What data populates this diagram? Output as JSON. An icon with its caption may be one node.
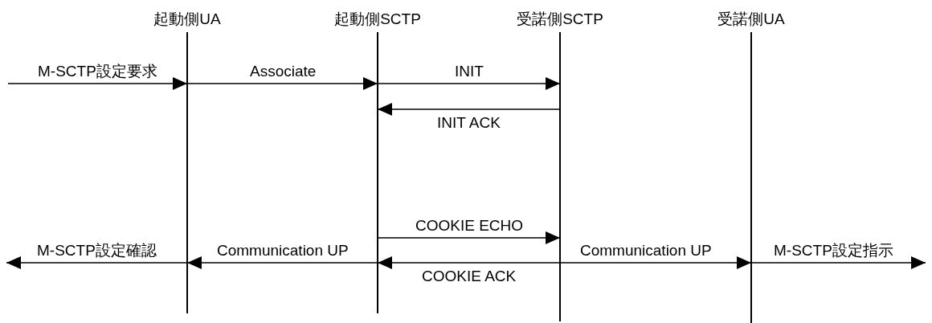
{
  "diagram": {
    "nodes": [
      {
        "text": [
          "起動側UA"
        ]
      },
      {
        "text": [
          "起動側SCTP"
        ]
      },
      {
        "text": [
          "受諾側SCTP"
        ]
      },
      {
        "text": [
          "受諾側UA"
        ]
      }
    ],
    "edges": [
      {
        "from": null,
        "to": 0,
        "arrow": "to",
        "label": "M-SCTP設定要求"
      },
      {
        "from": 0,
        "to": 1,
        "arrow": "to",
        "label": "Associate"
      },
      {
        "from": 1,
        "to": 2,
        "arrow": "to",
        "label": "INIT"
      },
      {
        "from": 2,
        "to": 1,
        "arrow": "to",
        "label": "INIT ACK"
      },
      {
        "from": 1,
        "to": 2,
        "arrow": "to",
        "label": "COOKIE ECHO"
      },
      {
        "from": 1,
        "to": 0,
        "arrow": "to",
        "label": "Communication UP"
      },
      {
        "from": 0,
        "to": null,
        "arrow": "to",
        "label": "M-SCTP設定確認"
      },
      {
        "from": 2,
        "to": 1,
        "arrow": "to",
        "label": "COOKIE ACK"
      },
      {
        "from": 2,
        "to": 3,
        "arrow": "to",
        "label": "Communication UP"
      },
      {
        "from": 3,
        "to": null,
        "arrow": "to",
        "label": "M-SCTP設定指示"
      }
    ]
  }
}
